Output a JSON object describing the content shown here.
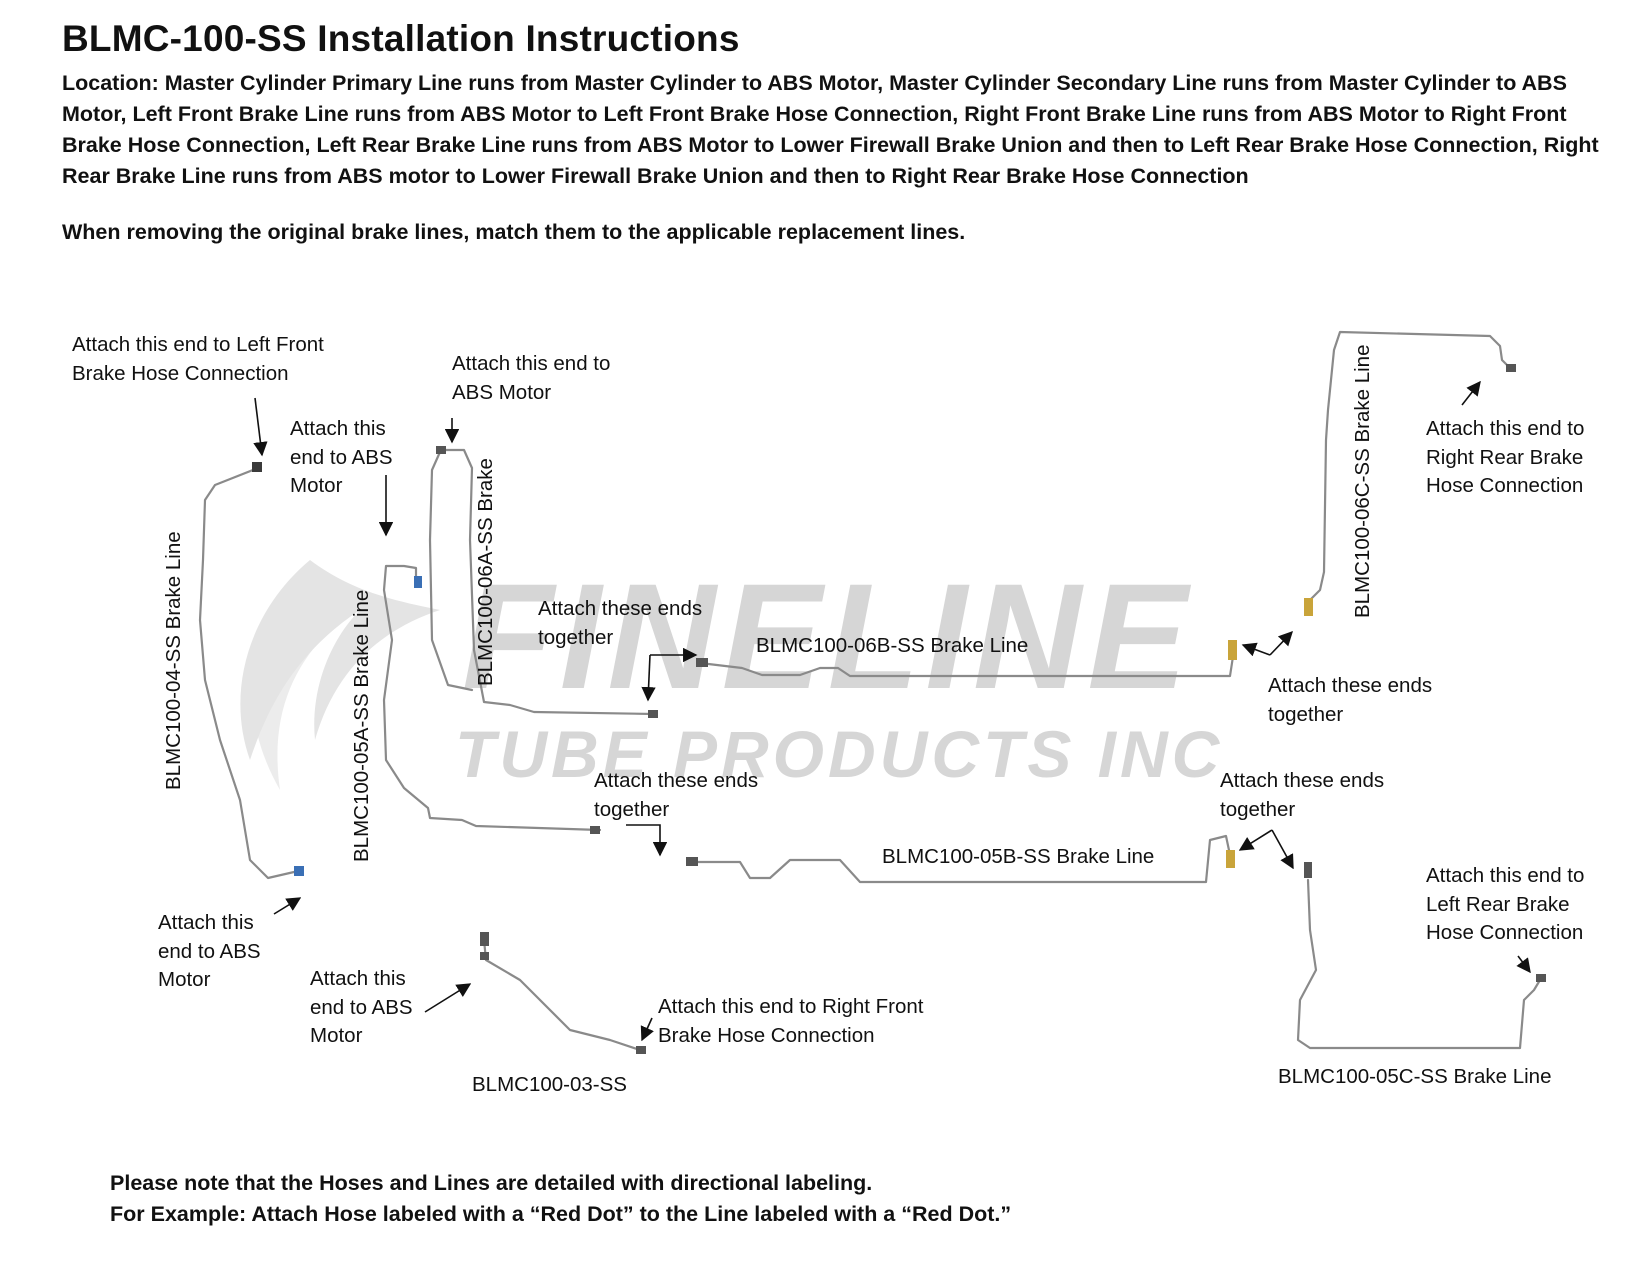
{
  "header": {
    "title": "BLMC-100-SS Installation Instructions",
    "location": "Location: Master Cylinder Primary Line runs from Master Cylinder to ABS Motor, Master Cylinder Secondary Line runs from Master Cylinder to ABS Motor, Left Front Brake Line runs from ABS Motor to Left Front Brake Hose Connection, Right Front Brake Line runs from ABS Motor to Right Front Brake Hose Connection, Left Rear Brake Line runs from ABS Motor to Lower Firewall Brake Union and then to Left Rear Brake Hose Connection, Right Rear Brake Line runs from ABS motor to Lower Firewall Brake Union and then to Right Rear Brake Hose Connection",
    "removal_note": "When removing the original brake lines, match them to the applicable replacement lines."
  },
  "watermark": {
    "brand": "FINELINE",
    "company": "TUBE PRODUCTS INC"
  },
  "line_labels": {
    "l04": "BLMC100-04-SS Brake Line",
    "l05a": "BLMC100-05A-SS Brake Line",
    "l06a": "BLMC100-06A-SS Brake",
    "l06b": "BLMC100-06B-SS Brake Line",
    "l06c": "BLMC100-06C-SS Brake Line",
    "l05b": "BLMC100-05B-SS Brake Line",
    "l05c": "BLMC100-05C-SS Brake Line",
    "l03": "BLMC100-03-SS"
  },
  "callouts": {
    "left_front_hose": "Attach this end to Left Front\nBrake Hose Connection",
    "abs_05a": "Attach this\nend to ABS\nMotor",
    "abs_06a": "Attach this end to\nABS Motor",
    "together_06": "Attach these ends\ntogether",
    "together_06c": "Attach these ends\ntogether",
    "right_rear_hose": "Attach this end to\nRight Rear Brake\nHose Connection",
    "abs_04": "Attach this\nend to ABS\nMotor",
    "together_05": "Attach these ends\ntogether",
    "together_05c": "Attach these ends\ntogether",
    "left_rear_hose": "Attach this end to\nLeft Rear Brake\nHose Connection",
    "abs_03": "Attach this\nend to ABS\nMotor",
    "right_front_hose": "Attach this end to Right Front\nBrake Hose Connection"
  },
  "footer": {
    "line1": "Please note that the Hoses and Lines are detailed with directional labeling.",
    "line2": "For Example: Attach Hose labeled with a “Red Dot” to the Line labeled with a “Red Dot.”"
  },
  "colors": {
    "tube": "#8a8a8a",
    "fitting_blue": "#3a6fb5",
    "fitting_gold": "#c9a43a",
    "watermark": "#d6d6d6"
  }
}
